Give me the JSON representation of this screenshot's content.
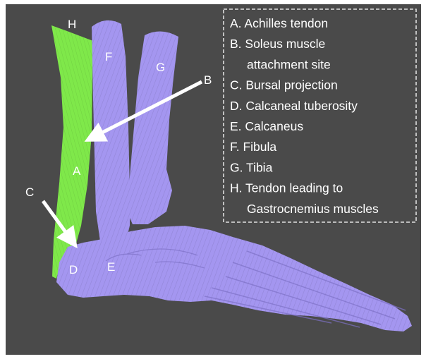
{
  "figure": {
    "background_color": "#4a4a4a",
    "bone_color": "#a496f0",
    "tendon_color": "#7fe84a",
    "arrow_color": "#ffffff",
    "part_labels": {
      "H": "H",
      "F": "F",
      "G": "G",
      "B": "B",
      "A": "A",
      "C": "C",
      "D": "D",
      "E": "E"
    }
  },
  "legend": {
    "items": [
      {
        "lines": [
          "A. Achilles tendon"
        ]
      },
      {
        "lines": [
          "B. Soleus muscle",
          "attachment site"
        ]
      },
      {
        "lines": [
          "C. Bursal projection"
        ]
      },
      {
        "lines": [
          "D. Calcaneal tuberosity"
        ]
      },
      {
        "lines": [
          "E. Calcaneus"
        ]
      },
      {
        "lines": [
          "F. Fibula"
        ]
      },
      {
        "lines": [
          "G. Tibia"
        ]
      },
      {
        "lines": [
          "H. Tendon leading to",
          "Gastrocnemius muscles"
        ]
      }
    ]
  }
}
